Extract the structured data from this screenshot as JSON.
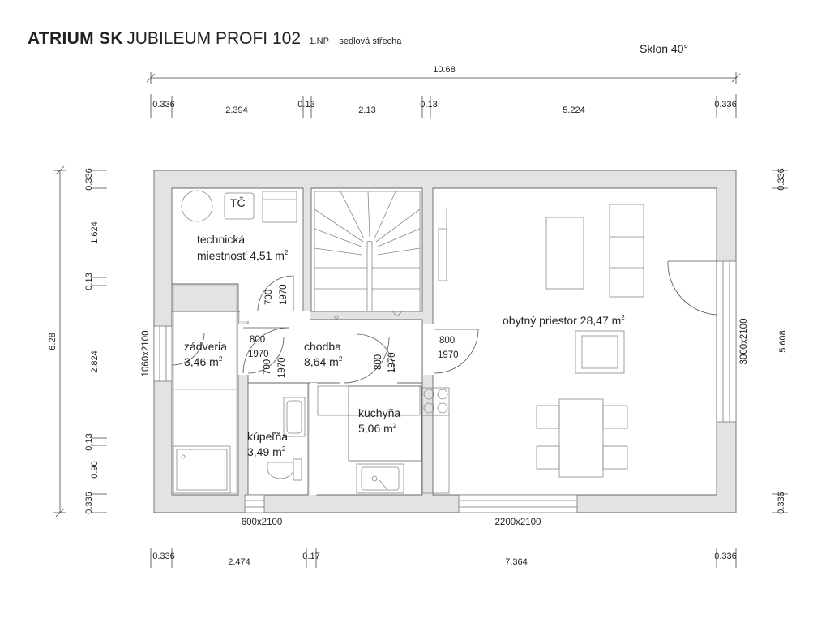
{
  "header": {
    "brand": "ATRIUM SK",
    "model": "JUBILEUM PROFI 102",
    "floor": "1.NP",
    "roof": "sedlová střecha",
    "slope": "Sklon 40°"
  },
  "dimensions": {
    "top_total": "10.68",
    "top": [
      "0.336",
      "2.394",
      "0.13",
      "2.13",
      "0.13",
      "5.224",
      "0.336"
    ],
    "bottom": [
      "0.336",
      "2.474",
      "0.17",
      "7.364",
      "0.336"
    ],
    "left_total": "6.28",
    "left": [
      "0.336",
      "1.624",
      "0.13",
      "2.824",
      "0.13",
      "0.90",
      "0.336"
    ],
    "right_total": "5.608",
    "right": [
      "0.336",
      "0.336"
    ]
  },
  "rooms": {
    "heat_pump": "TČ",
    "technical_line1": "technická",
    "technical_line2": "miestnosť 4,51 m",
    "back_entry": "zádveria",
    "back_entry_area": "3,46 m",
    "hall": "chodba",
    "hall_area": "8,64 m",
    "bathroom": "kúpeľňa",
    "bathroom_area": "3,49 m",
    "kitchen": "kuchyňa",
    "kitchen_area": "5,06 m",
    "living": "obytný priestor 28,47 m",
    "sq": "2"
  },
  "openings": {
    "door_tech_w": "700",
    "door_tech_h": "1970",
    "door_back_w": "800",
    "door_back_h": "1970",
    "door_bath_w": "700",
    "door_bath_h": "1970",
    "door_kitchen_w": "800",
    "door_kitchen_h": "1970",
    "door_living_w": "800",
    "door_living_h": "1970",
    "window_left": "1060x2100",
    "window_right": "3000x2100",
    "window_bottom_left": "600x2100",
    "window_bottom_right": "2200x2100"
  }
}
